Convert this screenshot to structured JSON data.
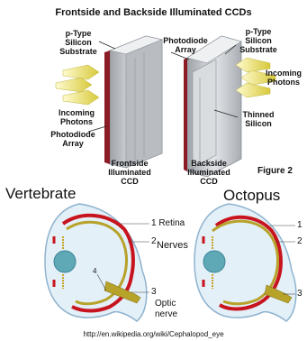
{
  "title": "Frontside and Backside Illuminated CCDs",
  "ccd": {
    "front": {
      "substrate_label": "p-Type\nSilicon\nSubstrate",
      "photons_label": "Incoming\nPhotons",
      "photodiode_label": "Photodiode\nArray",
      "caption": "Frontside\nIlluminated\nCCD"
    },
    "back": {
      "photodiode_label": "Photodiode\nArray",
      "substrate_label": "p-Type\nSilicon\nSubstrate",
      "photons_label": "Incoming\nPhotons",
      "thinned_label": "Thinned\nSilicon",
      "caption": "Backside\nIlluminated\nCCD"
    },
    "figure_label": "Figure 2"
  },
  "eyes": {
    "vertebrate": {
      "title": "Vertebrate",
      "labels": [
        "1 Retina",
        "2",
        "Nerves",
        "3",
        "4",
        "Optic\nnerve"
      ]
    },
    "octopus": {
      "title": "Octopus",
      "labels": [
        "1",
        "2",
        "3"
      ]
    }
  },
  "source_url": "http://en.wikipedia.org/wiki/Cephalopod_eye",
  "colors": {
    "retina": "#c8141e",
    "nerve": "#b7a22a",
    "lens": "#5fa8b6",
    "eye_fill": "#e3f0f8",
    "eye_stroke": "#8fb3cf",
    "photon": "#e6dc5a",
    "silicon": "#c8cbcf",
    "photodiode": "#8b1c25"
  }
}
